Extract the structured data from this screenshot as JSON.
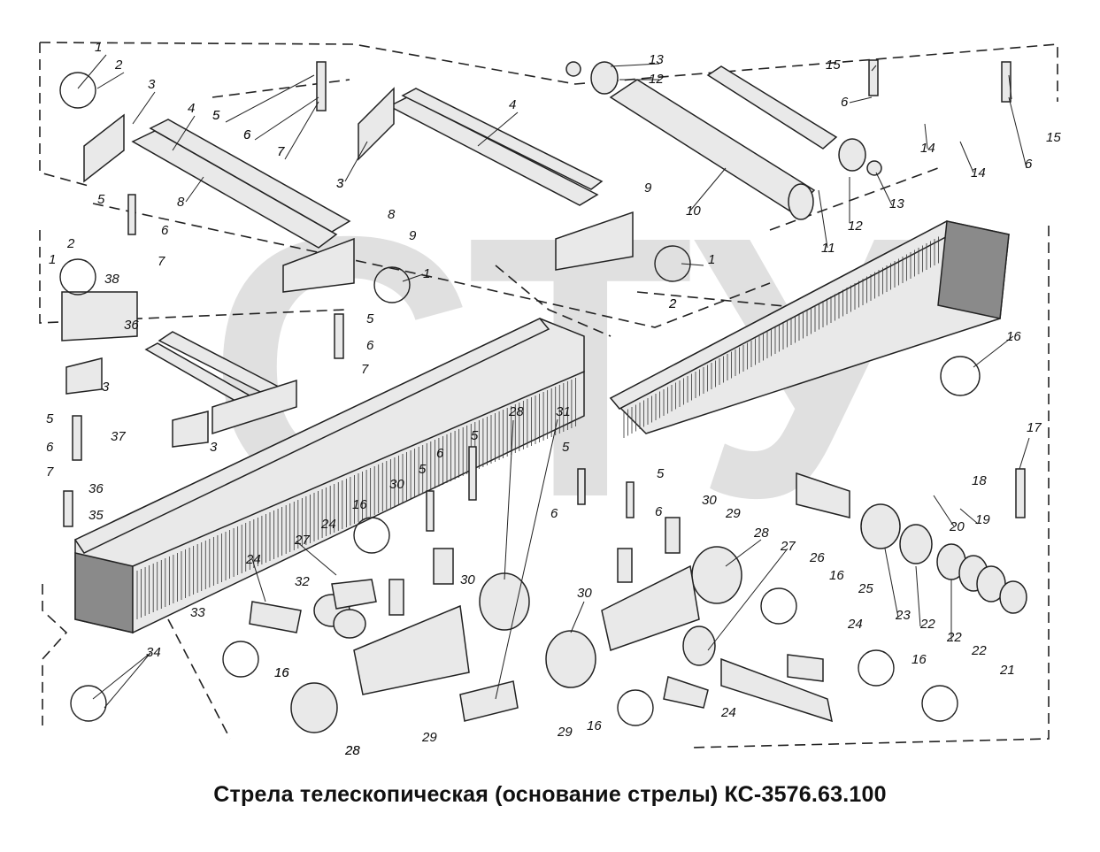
{
  "caption": "Стрела телескопическая (основание стрелы) КС-3576.63.100",
  "watermark": "СТУ",
  "colors": {
    "ink": "#222222",
    "watermark": "#c7c7c7",
    "background": "#ffffff"
  },
  "callouts": [
    {
      "id": "c1",
      "label": "1"
    },
    {
      "id": "c2",
      "label": "2"
    },
    {
      "id": "c3",
      "label": "3"
    },
    {
      "id": "c4",
      "label": "4"
    },
    {
      "id": "c5",
      "label": "5"
    },
    {
      "id": "c6",
      "label": "6"
    },
    {
      "id": "c7",
      "label": "7"
    },
    {
      "id": "c8",
      "label": "8"
    },
    {
      "id": "c9",
      "label": "3"
    },
    {
      "id": "c10",
      "label": "4"
    },
    {
      "id": "c11",
      "label": "5"
    },
    {
      "id": "c12",
      "label": "6"
    },
    {
      "id": "c13",
      "label": "7"
    },
    {
      "id": "c14",
      "label": "3"
    },
    {
      "id": "c15",
      "label": "8"
    },
    {
      "id": "c16",
      "label": "9"
    },
    {
      "id": "c17",
      "label": "9"
    },
    {
      "id": "c18",
      "label": "5"
    },
    {
      "id": "c19",
      "label": "6"
    },
    {
      "id": "c20",
      "label": "7"
    },
    {
      "id": "c21",
      "label": "13"
    },
    {
      "id": "c22",
      "label": "12"
    },
    {
      "id": "c23",
      "label": "10"
    },
    {
      "id": "c24",
      "label": "12"
    },
    {
      "id": "c25",
      "label": "13"
    },
    {
      "id": "c26",
      "label": "11"
    },
    {
      "id": "c27",
      "label": "15"
    },
    {
      "id": "c28",
      "label": "6"
    },
    {
      "id": "c29",
      "label": "14"
    },
    {
      "id": "c30",
      "label": "14"
    },
    {
      "id": "c31",
      "label": "15"
    },
    {
      "id": "c32",
      "label": "6"
    },
    {
      "id": "c33",
      "label": "1"
    },
    {
      "id": "c34",
      "label": "2"
    },
    {
      "id": "c35",
      "label": "1"
    },
    {
      "id": "c36",
      "label": "2"
    },
    {
      "id": "c37",
      "label": "1"
    },
    {
      "id": "c38",
      "label": "2"
    },
    {
      "id": "c39",
      "label": "38"
    },
    {
      "id": "c40",
      "label": "36"
    },
    {
      "id": "c41",
      "label": "3"
    },
    {
      "id": "c42",
      "label": "37"
    },
    {
      "id": "c43",
      "label": "3"
    },
    {
      "id": "c44",
      "label": "5"
    },
    {
      "id": "c45",
      "label": "6"
    },
    {
      "id": "c46",
      "label": "7"
    },
    {
      "id": "c47",
      "label": "36"
    },
    {
      "id": "c48",
      "label": "35"
    },
    {
      "id": "c49",
      "label": "5"
    },
    {
      "id": "c50",
      "label": "6"
    },
    {
      "id": "c51",
      "label": "7"
    },
    {
      "id": "c52",
      "label": "16"
    },
    {
      "id": "c53",
      "label": "17"
    },
    {
      "id": "c54",
      "label": "18"
    },
    {
      "id": "c55",
      "label": "19"
    },
    {
      "id": "c56",
      "label": "20"
    },
    {
      "id": "c57",
      "label": "31"
    },
    {
      "id": "c58",
      "label": "28"
    },
    {
      "id": "c59",
      "label": "5"
    },
    {
      "id": "c60",
      "label": "6"
    },
    {
      "id": "c61",
      "label": "5"
    },
    {
      "id": "c62",
      "label": "30"
    },
    {
      "id": "c63",
      "label": "16"
    },
    {
      "id": "c64",
      "label": "24"
    },
    {
      "id": "c65",
      "label": "27"
    },
    {
      "id": "c66",
      "label": "24"
    },
    {
      "id": "c67",
      "label": "32"
    },
    {
      "id": "c68",
      "label": "33"
    },
    {
      "id": "c69",
      "label": "30"
    },
    {
      "id": "c70",
      "label": "16"
    },
    {
      "id": "c71",
      "label": "34"
    },
    {
      "id": "c72",
      "label": "28"
    },
    {
      "id": "c73",
      "label": "29"
    },
    {
      "id": "c74",
      "label": "5"
    },
    {
      "id": "c75",
      "label": "6"
    },
    {
      "id": "c76",
      "label": "5"
    },
    {
      "id": "c77",
      "label": "6"
    },
    {
      "id": "c78",
      "label": "30"
    },
    {
      "id": "c79",
      "label": "29"
    },
    {
      "id": "c80",
      "label": "30"
    },
    {
      "id": "c81",
      "label": "28"
    },
    {
      "id": "c82",
      "label": "27"
    },
    {
      "id": "c83",
      "label": "26"
    },
    {
      "id": "c84",
      "label": "16"
    },
    {
      "id": "c85",
      "label": "25"
    },
    {
      "id": "c86",
      "label": "23"
    },
    {
      "id": "c87",
      "label": "22"
    },
    {
      "id": "c88",
      "label": "22"
    },
    {
      "id": "c89",
      "label": "22"
    },
    {
      "id": "c90",
      "label": "21"
    },
    {
      "id": "c91",
      "label": "24"
    },
    {
      "id": "c92",
      "label": "16"
    },
    {
      "id": "c93",
      "label": "29"
    },
    {
      "id": "c94",
      "label": "24"
    },
    {
      "id": "c95",
      "label": "16"
    },
    {
      "id": "c96",
      "label": "16"
    },
    {
      "id": "c97",
      "label": "28"
    }
  ]
}
